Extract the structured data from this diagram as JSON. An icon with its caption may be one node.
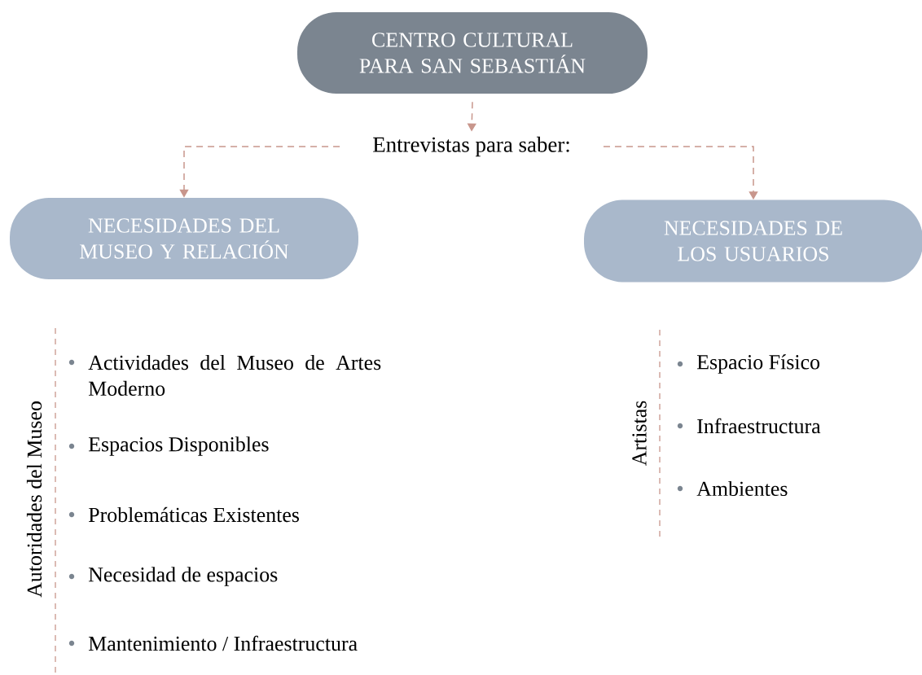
{
  "diagram": {
    "nodes": [
      {
        "text": [
          "CENTRO CULTURAL PARA SAN SEBASTIÁN"
        ]
      },
      {
        "text": [
          "Entrevistas para saber:"
        ]
      },
      {
        "text": [
          "NECESIDADES DEL MUSEO Y RELACIÓN"
        ]
      },
      {
        "text": [
          "NECESIDADES DE LOS USUARIOS"
        ]
      }
    ],
    "edges": [
      {
        "from": 0,
        "to": 1,
        "arrow": "to",
        "style": "dashed",
        "color": "#c8968c"
      },
      {
        "from": 1,
        "to": 2,
        "arrow": "to",
        "style": "dashed",
        "color": "#c8968c"
      },
      {
        "from": 1,
        "to": 3,
        "arrow": "to",
        "style": "dashed",
        "color": "#c8968c"
      }
    ],
    "labels": [
      "Autoridades del Museo",
      "Actividades del Museo de Artes Moderno",
      "Espacios Disponibles",
      "Problemáticas Existentes",
      "Necesidad de espacios",
      "Mantenimiento / Infraestructura",
      "Artistas",
      "Espacio Físico",
      "Infraestructura",
      "Ambientes"
    ]
  }
}
